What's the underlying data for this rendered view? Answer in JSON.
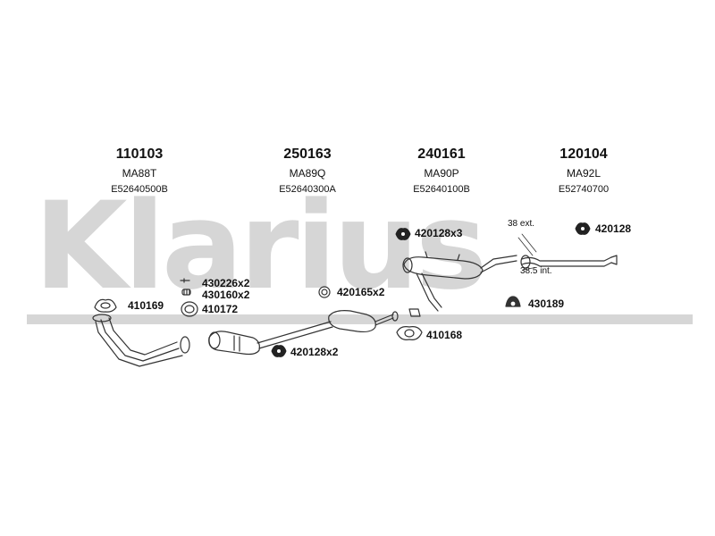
{
  "watermark": "Klarius",
  "columns": [
    {
      "part": "110103",
      "code": "MA88T",
      "oem": "E52640500B"
    },
    {
      "part": "250163",
      "code": "MA89Q",
      "oem": "E52640300A"
    },
    {
      "part": "240161",
      "code": "MA90P",
      "oem": "E52640100B"
    },
    {
      "part": "120104",
      "code": "MA92L",
      "oem": "E52740700"
    }
  ],
  "labels": {
    "l410169": "410169",
    "l430226": "430226x2",
    "l430160": "430160x2",
    "l410172": "410172",
    "l420165": "420165x2",
    "l420128x3": "420128x3",
    "l420128x2": "420128x2",
    "l420128": "420128",
    "l430189": "430189",
    "l410168": "410168"
  },
  "notes": {
    "ext": "38 ext.",
    "int": "38.5 int."
  }
}
